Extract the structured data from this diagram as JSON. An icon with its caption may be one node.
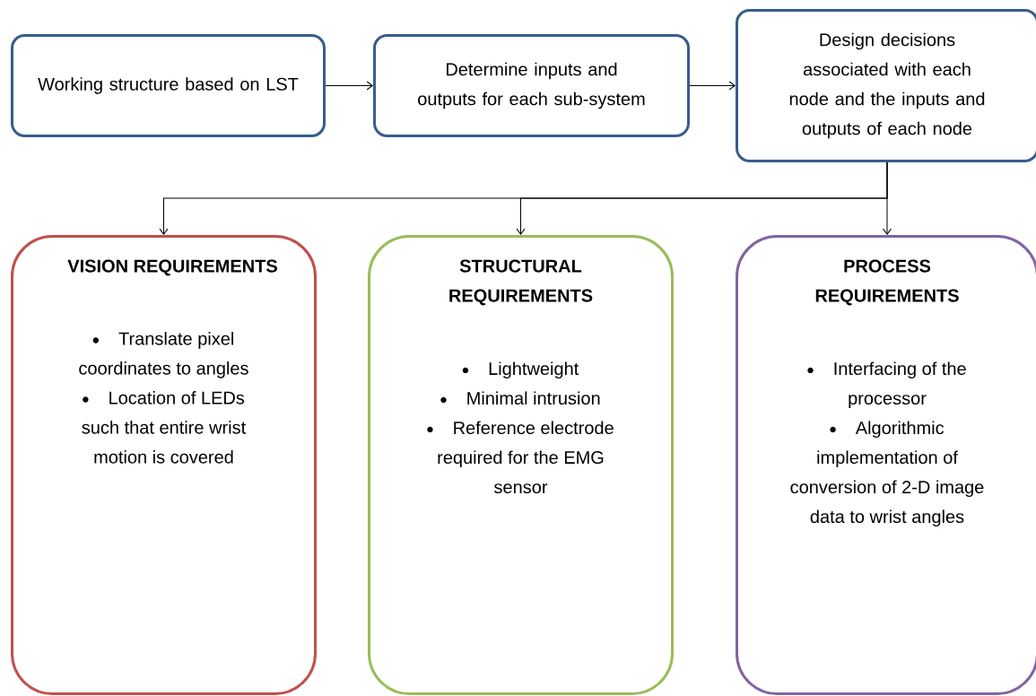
{
  "diagram": {
    "nodes": [
      {
        "text": [
          "Working structure based on LST"
        ]
      },
      {
        "text": [
          "Determine inputs and outputs for each sub-system"
        ]
      },
      {
        "text": [
          "Design decisions associated with each node and the inputs and outputs of each node"
        ]
      },
      {
        "text": [
          "VISION REQUIREMENTS",
          "Translate pixel coordinates to angles",
          "Location of LEDs such that entire wrist motion is covered"
        ]
      },
      {
        "text": [
          "STRUCTURAL REQUIREMENTS",
          "Lightweight",
          "Minimal intrusion",
          "Reference electrode required for the EMG sensor"
        ]
      },
      {
        "text": [
          "PROCESS REQUIREMENTS",
          "Interfacing of the processor",
          "Algorithmic implementation of conversion of 2-D image data to wrist angles"
        ]
      }
    ],
    "edges": [
      {
        "from": 0,
        "to": 1,
        "arrow": "to"
      },
      {
        "from": 1,
        "to": 2,
        "arrow": "to"
      },
      {
        "from": 2,
        "to": 3,
        "arrow": "to"
      },
      {
        "from": 2,
        "to": 4,
        "arrow": "to"
      },
      {
        "from": 2,
        "to": 5,
        "arrow": "to"
      }
    ]
  }
}
